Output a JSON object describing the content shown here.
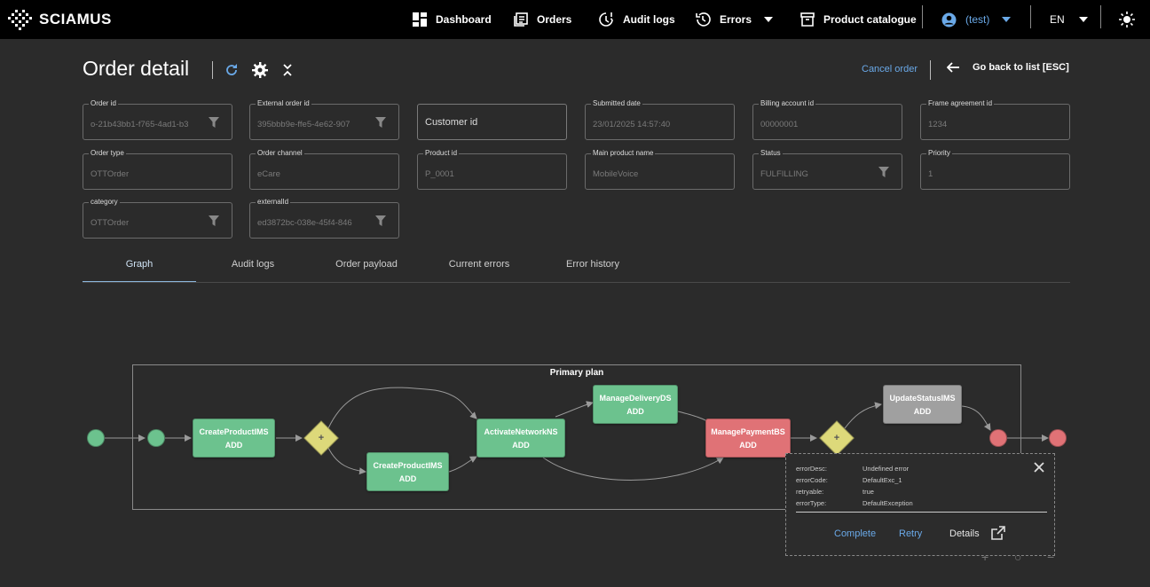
{
  "app": {
    "brand": "SCIAMUS"
  },
  "nav": {
    "dashboard": "Dashboard",
    "orders": "Orders",
    "audit_logs": "Audit logs",
    "errors": "Errors",
    "product_catalogue": "Product catalogue",
    "user": "(test)",
    "language": "EN"
  },
  "header": {
    "title": "Order detail",
    "cancel_order": "Cancel order",
    "go_back": "Go back to list [ESC]"
  },
  "fields": {
    "order_id": {
      "label": "Order id",
      "value": "o-21b43bb1-f765-4ad1-b3"
    },
    "external_order_id": {
      "label": "External order id",
      "value": "395bbb9e-ffe5-4e62-907"
    },
    "customer_id": {
      "label": "",
      "placeholder": "Customer id"
    },
    "submitted_date": {
      "label": "Submitted date",
      "value": "23/01/2025 14:57:40"
    },
    "billing_account_id": {
      "label": "Billing account id",
      "value": "00000001"
    },
    "frame_agreement_id": {
      "label": "Frame agreement id",
      "value": "1234"
    },
    "order_type": {
      "label": "Order type",
      "value": "OTTOrder"
    },
    "order_channel": {
      "label": "Order channel",
      "value": "eCare"
    },
    "product_id": {
      "label": "Product id",
      "value": "P_0001"
    },
    "main_product_name": {
      "label": "Main product name",
      "value": "MobileVoice"
    },
    "status": {
      "label": "Status",
      "value": "FULFILLING"
    },
    "priority": {
      "label": "Priority",
      "value": "1"
    },
    "category": {
      "label": "category",
      "value": "OTTOrder"
    },
    "external_id": {
      "label": "externalId",
      "value": "ed3872bc-038e-45f4-846"
    }
  },
  "tabs": [
    "Graph",
    "Audit logs",
    "Order payload",
    "Current errors",
    "Error history"
  ],
  "graph": {
    "plan_title": "Primary plan",
    "nodes": {
      "create_product_ims_1": {
        "name": "CreateProductIMS",
        "action": "ADD",
        "status_color": "#6cc28e"
      },
      "create_product_ims_2": {
        "name": "CreateProductIMS",
        "action": "ADD",
        "status_color": "#6cc28e"
      },
      "activate_network_ns": {
        "name": "ActivateNetworkNS",
        "action": "ADD",
        "status_color": "#6cc28e"
      },
      "manage_delivery_ds": {
        "name": "ManageDeliveryDS",
        "action": "ADD",
        "status_color": "#6cc28e"
      },
      "manage_payment_bs": {
        "name": "ManagePaymentBS",
        "action": "ADD",
        "status_color": "#e07276"
      },
      "update_status_ims": {
        "name": "UpdateStatusIMS",
        "action": "ADD",
        "status_color": "#a0a0a0"
      }
    },
    "gateway_symbol": "+"
  },
  "error_popup": {
    "rows": [
      {
        "key": "errorDesc:",
        "value": "Undefined error"
      },
      {
        "key": "errorCode:",
        "value": "DefaultExc_1"
      },
      {
        "key": "retryable:",
        "value": "true"
      },
      {
        "key": "errorType:",
        "value": "DefaultException"
      }
    ],
    "complete": "Complete",
    "retry": "Retry",
    "details": "Details"
  },
  "colors": {
    "accent": "#6aa9e8",
    "success": "#6cc28e",
    "error": "#e07276",
    "pending": "#a0a0a0",
    "gateway": "#ddd97a"
  }
}
